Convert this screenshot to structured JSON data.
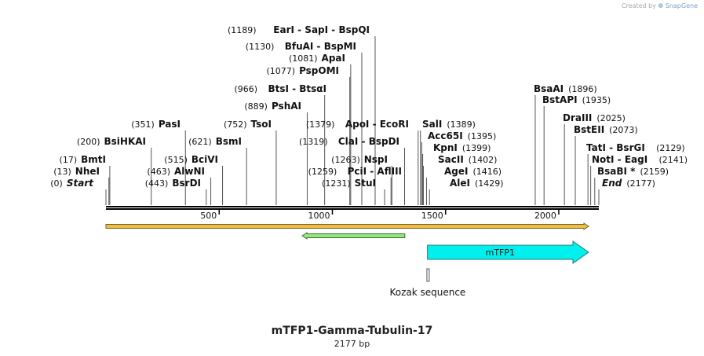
{
  "watermark": {
    "prefix": "Created by",
    "brand": "SnapGene"
  },
  "construct": {
    "name": "mTFP1-Gamma-Tubulin-17",
    "length_label": "2177 bp",
    "length": 2177
  },
  "ruler_ticks": [
    {
      "value": 500,
      "label": "500"
    },
    {
      "value": 1000,
      "label": "1000"
    },
    {
      "value": 1500,
      "label": "1500"
    },
    {
      "value": 2000,
      "label": "2000"
    }
  ],
  "sites": [
    {
      "pos": 0,
      "pos_label": "(0)",
      "names": [
        "Start"
      ],
      "italic": true,
      "side": "right"
    },
    {
      "pos": 13,
      "pos_label": "(13)",
      "names": [
        "NheI"
      ],
      "side": "right"
    },
    {
      "pos": 17,
      "pos_label": "(17)",
      "names": [
        "BmtI"
      ],
      "side": "right"
    },
    {
      "pos": 200,
      "pos_label": "(200)",
      "names": [
        "BsiHKAI"
      ],
      "side": "right"
    },
    {
      "pos": 351,
      "pos_label": "(351)",
      "names": [
        "PasI"
      ],
      "side": "right"
    },
    {
      "pos": 443,
      "pos_label": "(443)",
      "names": [
        "BsrDI"
      ],
      "side": "right"
    },
    {
      "pos": 463,
      "pos_label": "(463)",
      "names": [
        "AlwNI"
      ],
      "side": "right"
    },
    {
      "pos": 515,
      "pos_label": "(515)",
      "names": [
        "BciVI"
      ],
      "side": "right"
    },
    {
      "pos": 621,
      "pos_label": "(621)",
      "names": [
        "BsmI"
      ],
      "side": "right"
    },
    {
      "pos": 752,
      "pos_label": "(752)",
      "names": [
        "TsoI"
      ],
      "side": "right"
    },
    {
      "pos": 889,
      "pos_label": "(889)",
      "names": [
        "PshAI"
      ],
      "side": "right"
    },
    {
      "pos": 966,
      "pos_label": "(966)",
      "names": [
        "BtsI",
        "BtsαI"
      ],
      "side": "right"
    },
    {
      "pos": 1077,
      "pos_label": "(1077)",
      "names": [
        "PspOMI"
      ],
      "side": "right"
    },
    {
      "pos": 1081,
      "pos_label": "(1081)",
      "names": [
        "ApaI"
      ],
      "side": "right"
    },
    {
      "pos": 1130,
      "pos_label": "(1130)",
      "names": [
        "BfuAI",
        "BspMI"
      ],
      "side": "right"
    },
    {
      "pos": 1189,
      "pos_label": "(1189)",
      "names": [
        "EarI",
        "SapI",
        "BspQI"
      ],
      "side": "right"
    },
    {
      "pos": 1231,
      "pos_label": "(1231)",
      "names": [
        "StuI"
      ],
      "side": "right"
    },
    {
      "pos": 1259,
      "pos_label": "(1259)",
      "names": [
        "PciI",
        "AflIII"
      ],
      "side": "right"
    },
    {
      "pos": 1263,
      "pos_label": "(1263)",
      "names": [
        "NspI"
      ],
      "side": "right"
    },
    {
      "pos": 1319,
      "pos_label": "(1319)",
      "names": [
        "ClaI",
        "BspDI"
      ],
      "side": "right"
    },
    {
      "pos": 1379,
      "pos_label": "(1379)",
      "names": [
        "ApoI",
        "EcoRI"
      ],
      "side": "right"
    },
    {
      "pos": 1389,
      "pos_label": "(1389)",
      "names": [
        "SalI"
      ],
      "side": "left"
    },
    {
      "pos": 1395,
      "pos_label": "(1395)",
      "names": [
        "Acc65I"
      ],
      "side": "left"
    },
    {
      "pos": 1399,
      "pos_label": "(1399)",
      "names": [
        "KpnI"
      ],
      "side": "left"
    },
    {
      "pos": 1402,
      "pos_label": "(1402)",
      "names": [
        "SacII"
      ],
      "side": "left"
    },
    {
      "pos": 1416,
      "pos_label": "(1416)",
      "names": [
        "AgeI"
      ],
      "side": "left"
    },
    {
      "pos": 1429,
      "pos_label": "(1429)",
      "names": [
        "AleI"
      ],
      "side": "left"
    },
    {
      "pos": 1896,
      "pos_label": "(1896)",
      "names": [
        "BsaAI"
      ],
      "side": "left"
    },
    {
      "pos": 1935,
      "pos_label": "(1935)",
      "names": [
        "BstAPI"
      ],
      "side": "left"
    },
    {
      "pos": 2025,
      "pos_label": "(2025)",
      "names": [
        "DraIII"
      ],
      "side": "left"
    },
    {
      "pos": 2073,
      "pos_label": "(2073)",
      "names": [
        "BstEII"
      ],
      "side": "left"
    },
    {
      "pos": 2129,
      "pos_label": "(2129)",
      "names": [
        "TatI",
        "BsrGI"
      ],
      "side": "left"
    },
    {
      "pos": 2141,
      "pos_label": "(2141)",
      "names": [
        "NotI",
        "EagI"
      ],
      "side": "left"
    },
    {
      "pos": 2159,
      "pos_label": "(2159)",
      "names": [
        "BsaBI *"
      ],
      "side": "left"
    },
    {
      "pos": 2177,
      "pos_label": "(2177)",
      "names": [
        "End"
      ],
      "italic": true,
      "side": "left"
    }
  ],
  "features": [
    {
      "name": "full-orf-arrow",
      "start": 0,
      "end": 2177,
      "direction": "forward",
      "fill": "#f5b94a",
      "stroke": "#6b6b1e",
      "label": ""
    },
    {
      "name": "reverse-green-arrow",
      "start": 867,
      "end": 1320,
      "direction": "reverse",
      "fill": "#9be08a",
      "stroke": "#2e7d1e",
      "label": ""
    },
    {
      "name": "mtfp1-arrow",
      "start": 1420,
      "end": 2177,
      "direction": "forward",
      "fill": "#00f0ee",
      "stroke": "#1d7f7f",
      "label": "mTFP1"
    }
  ],
  "kozak": {
    "start": 1414,
    "end": 1423,
    "label": "Kozak sequence"
  },
  "colors": {
    "backbone": "#000000",
    "site_line": "#555555",
    "text": "#111111"
  }
}
